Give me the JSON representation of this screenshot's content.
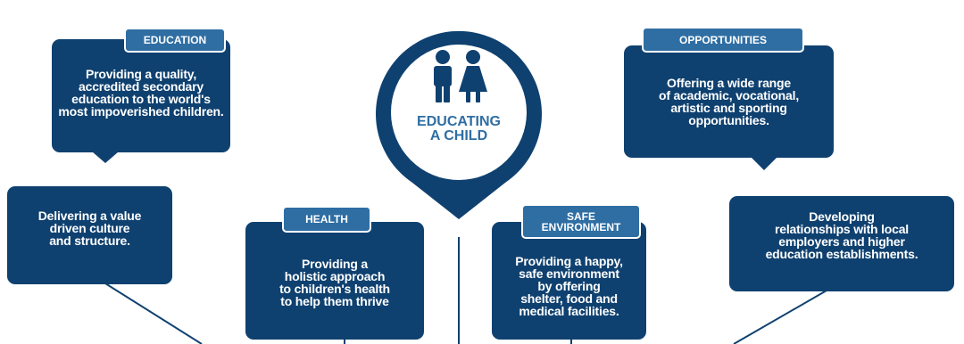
{
  "colors": {
    "card_fill": "#0f4170",
    "tag_fill": "#2f6ea3",
    "center_text": "#2f6ea3",
    "background": "#ffffff"
  },
  "center": {
    "icon": "children-icon",
    "title": "EDUCATING\nA CHILD"
  },
  "cards": {
    "education": {
      "tag": "EDUCATION",
      "text": "Providing a quality,\naccredited secondary\neducation to the world's\nmost impoverished children."
    },
    "opportunities": {
      "tag": "OPPORTUNITIES",
      "text": "Offering a wide range\nof academic, vocational,\nartistic and sporting\nopportunities."
    },
    "values": {
      "text": "Delivering a value\ndriven culture\nand structure."
    },
    "health": {
      "tag": "HEALTH",
      "text": "Providing a\nholistic approach\nto children's health\nto help them thrive"
    },
    "safe_environment": {
      "tag": "SAFE\nENVIRONMENT",
      "text": "Providing a happy,\nsafe environment\nby offering\nshelter, food and\nmedical facilities."
    },
    "relationships": {
      "text": "Developing\nrelationships with local\nemployers and higher\neducation establishments."
    }
  }
}
